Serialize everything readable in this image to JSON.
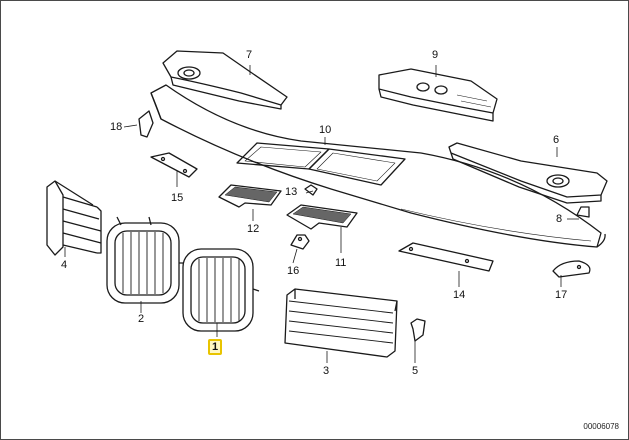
{
  "diagram": {
    "number": "00006078",
    "highlighted_part": "1",
    "highlight_color": "#e8c400"
  },
  "parts": {
    "p1": "1",
    "p2": "2",
    "p3": "3",
    "p4": "4",
    "p5": "5",
    "p6": "6",
    "p7": "7",
    "p8": "8",
    "p9": "9",
    "p10": "10",
    "p11": "11",
    "p12": "12",
    "p13": "13",
    "p14": "14",
    "p15": "15",
    "p16": "16",
    "p17": "17",
    "p18": "18"
  }
}
